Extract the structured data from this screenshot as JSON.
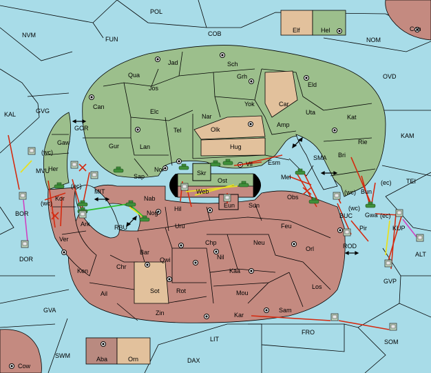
{
  "colors": {
    "sea": "#a8dce8",
    "green_power": "#9cbf8c",
    "red_power": "#c48a80",
    "neutral": "#e2c19c",
    "order_move": "#d42a10",
    "order_support": "#e8e020",
    "order_convoy": "#d040c0",
    "order_hold": "#30c030",
    "unit_army": "#3f8f3a",
    "unit_fleet": "#b85a5a"
  },
  "labels": {
    "POL": "POL",
    "FUN": "FUN",
    "COB": "COB",
    "NVM": "NVM",
    "NOM": "NOM",
    "Con": "Con",
    "OVD": "OVD",
    "KAL": "KAL",
    "GVG": "GVG",
    "KAM": "KAM",
    "TEI": "TEI",
    "ALT": "ALT",
    "GVP": "GVP",
    "FRO": "FRO",
    "SOM": "SOM",
    "LIT": "LIT",
    "DAX": "DAX",
    "SWM": "SWM",
    "GVA": "GVA",
    "Cow": "Cow",
    "Elf": "Elf",
    "Hel": "Hel",
    "Jad": "Jad",
    "Sch": "Sch",
    "Qua": "Qua",
    "Grh": "Grh",
    "Jos": "Jos",
    "Eld": "Eld",
    "Can": "Can",
    "Yok": "Yok",
    "Car": "Car",
    "Elc": "Elc",
    "Nar": "Nar",
    "Uta": "Uta",
    "Kat": "Kat",
    "Tel": "Tel",
    "Olk": "Olk",
    "Amp": "Amp",
    "GOR": "GOR",
    "Gaw": "Gaw",
    "Gur": "Gur",
    "Lan": "Lan",
    "Hug": "Hug",
    "Rie": "Rie",
    "Bri": "Bri",
    "Her": "Her",
    "MVU": "MVU",
    "wc": "(wc)",
    "Nor": "Nor",
    "Skr": "Skr",
    "Vil": "Vil",
    "Esm": "Esm",
    "SMA": "SMA",
    "ec": "(ec)",
    "Sap": "Sap",
    "Ost": "Ost",
    "Mel": "Mel",
    "Bun": "Bun",
    "MIT": "MIT",
    "Kor": "Kor",
    "Web": "Web",
    "Nab": "Nab",
    "Hil": "Hil",
    "Eun": "Eun",
    "Sun": "Sun",
    "Obs": "Obs",
    "BOR": "BOR",
    "BUC": "BUC",
    "Gwa": "Gwa",
    "KUP": "KUP",
    "Nog": "Nog",
    "Ark": "Ark",
    "RBU": "RBU",
    "Uru": "Uru",
    "Feu": "Feu",
    "Pir": "Pir",
    "Ver": "Ver",
    "Chp": "Chp",
    "Neu": "Neu",
    "ROD": "ROD",
    "DOR": "DOR",
    "Bar": "Bar",
    "Orl": "Orl",
    "Qwi": "Qwi",
    "Nil": "Nil",
    "Ken": "Ken",
    "Chr": "Chr",
    "Kaa": "Kaa",
    "Sot": "Sot",
    "Rot": "Rot",
    "Los": "Los",
    "Ail": "Ail",
    "Mou": "Mou",
    "Zin": "Zin",
    "Kar": "Kar",
    "Sam": "Sam",
    "Aba": "Aba",
    "Orn": "Orn"
  }
}
